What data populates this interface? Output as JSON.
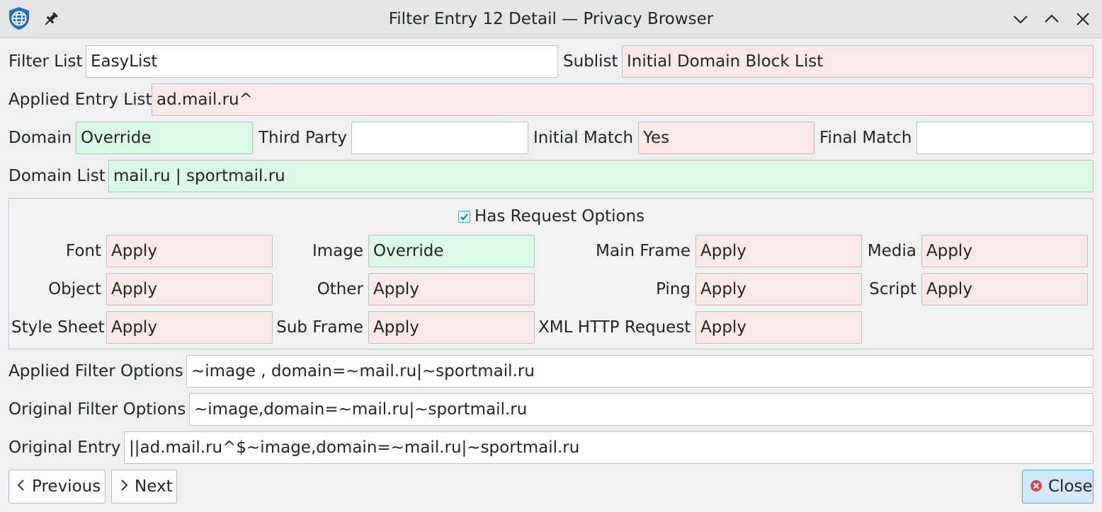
{
  "window": {
    "title": "Filter Entry 12 Detail — Privacy Browser"
  },
  "fields": {
    "filter_list": {
      "label": "Filter List",
      "value": "EasyList"
    },
    "sublist": {
      "label": "Sublist",
      "value": "Initial Domain Block List"
    },
    "applied_entry_list": {
      "label": "Applied Entry List",
      "value": "ad.mail.ru^"
    },
    "domain": {
      "label": "Domain",
      "value": "Override"
    },
    "third_party": {
      "label": "Third Party",
      "value": ""
    },
    "initial_match": {
      "label": "Initial Match",
      "value": "Yes"
    },
    "final_match": {
      "label": "Final Match",
      "value": ""
    },
    "domain_list": {
      "label": "Domain List",
      "value": "mail.ru | sportmail.ru"
    }
  },
  "request_options": {
    "checkbox_label": "Has Request Options",
    "checked": true,
    "items": [
      {
        "label": "Font",
        "value": "Apply"
      },
      {
        "label": "Image",
        "value": "Override"
      },
      {
        "label": "Main Frame",
        "value": "Apply"
      },
      {
        "label": "Media",
        "value": "Apply"
      },
      {
        "label": "Object",
        "value": "Apply"
      },
      {
        "label": "Other",
        "value": "Apply"
      },
      {
        "label": "Ping",
        "value": "Apply"
      },
      {
        "label": "Script",
        "value": "Apply"
      },
      {
        "label": "Style Sheet",
        "value": "Apply"
      },
      {
        "label": "Sub Frame",
        "value": "Apply"
      },
      {
        "label": "XML HTTP Request",
        "value": "Apply"
      }
    ]
  },
  "bottom_fields": {
    "applied_filter_options": {
      "label": "Applied Filter Options",
      "value": "~image , domain=~mail.ru|~sportmail.ru"
    },
    "original_filter_options": {
      "label": "Original Filter Options",
      "value": "~image,domain=~mail.ru|~sportmail.ru"
    },
    "original_entry": {
      "label": "Original Entry",
      "value": "||ad.mail.ru^$~image,domain=~mail.ru|~sportmail.ru"
    }
  },
  "buttons": {
    "previous": "Previous",
    "next": "Next",
    "close": "Close"
  },
  "colors": {
    "highlight_red": "#fbe8e8",
    "highlight_green": "#dcf8e6",
    "accent": "#3daee9",
    "close_icon": "#da4453"
  },
  "icons": {
    "app": "privacy-browser-globe-icon",
    "pin": "pin-icon",
    "minimize": "chevron-down-icon",
    "maximize": "chevron-up-icon",
    "close": "close-x-icon"
  }
}
